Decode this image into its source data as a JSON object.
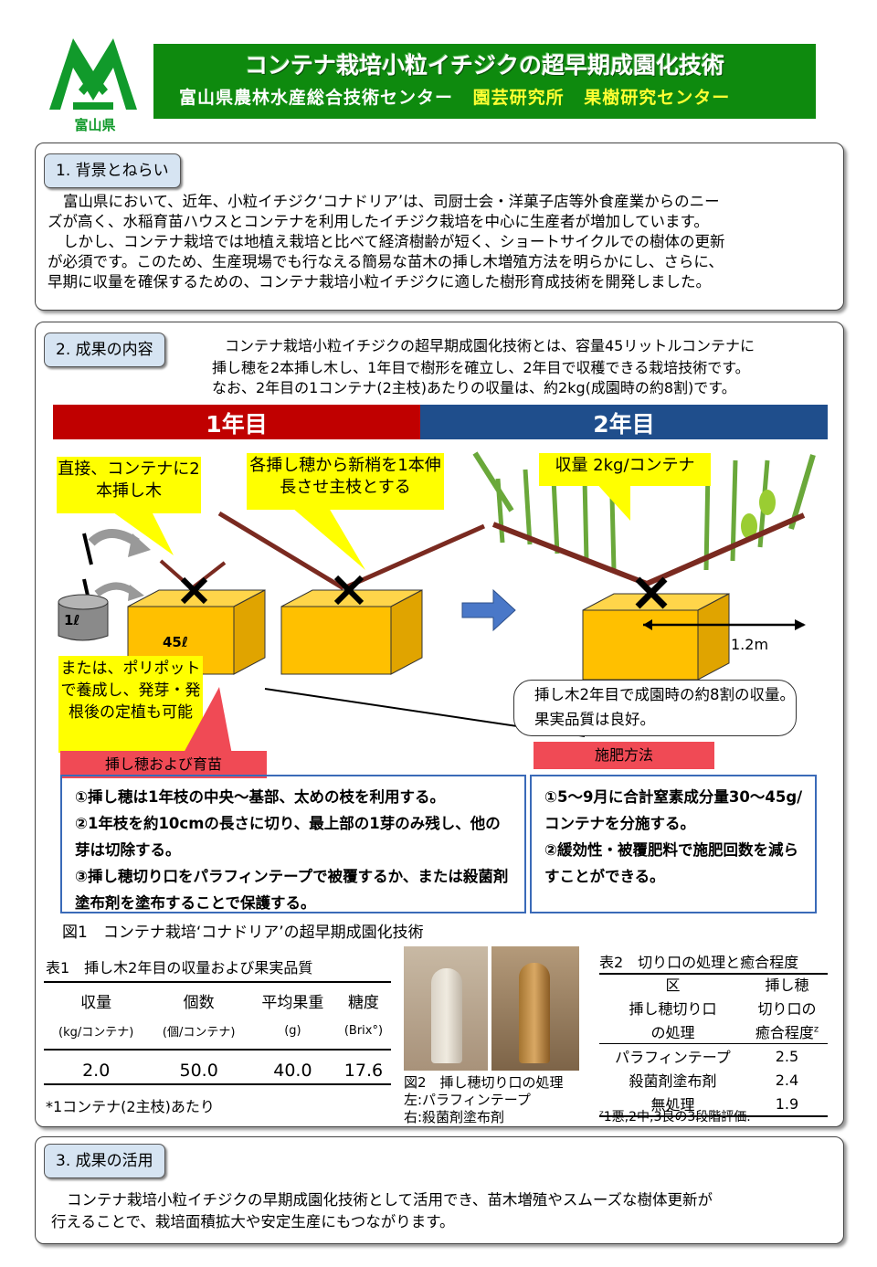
{
  "header": {
    "logo_label": "富山県",
    "title": "コンテナ栽培小粒イチジクの超早期成園化技術",
    "org_main": "富山県農林水産総合技術センター",
    "org_sub1": "園芸研究所",
    "org_sub2": "果樹研究センター"
  },
  "section1": {
    "tab": "1. 背景とねらい",
    "lines": [
      "富山県において、近年、小粒イチジク‘コナドリア’は、司厨士会・洋菓子店等外食産業からのニー",
      "ズが高く、水稲育苗ハウスとコンテナを利用したイチジク栽培を中心に生産者が増加しています。",
      "しかし、コンテナ栽培では地植え栽培と比べて経済樹齢が短く、ショートサイクルでの樹体の更新",
      "が必須です。このため、生産現場でも行なえる簡易な苗木の挿し木増殖方法を明らかにし、さらに、",
      "早期に収量を確保するための、コンテナ栽培小粒イチジクに適した樹形育成技術を開発しました。"
    ]
  },
  "section2": {
    "tab": "2. 成果の内容",
    "intro": [
      "コンテナ栽培小粒イチジクの超早期成園化技術とは、容量45リットルコンテナに",
      "挿し穂を2本挿し木し、1年目で樹形を確立し、2年目で収穫できる栽培技術です。",
      "なお、2年目の1コンテナ(2主枝)あたりの収量は、約2kg(成園時の約8割)です。"
    ],
    "year1": "1年目",
    "year2": "2年目",
    "callout_direct": "直接、コンテナに2本挿し木",
    "callout_shoot": "各挿し穂から新梢を1本伸長させ主枝とする",
    "callout_yield": "収量 2kg/コンテナ",
    "callout_pot": "または、ポリポットで養成し、発芽・発根後の定植も可能",
    "pot_label": "1ℓ",
    "container_label": "45ℓ",
    "width_label": "1.2m",
    "note_bubble": "挿し木2年目で成園時の約8割の収量。果実品質は良好。",
    "tab_cutting": "挿し穂および育苗",
    "tab_fert": "施肥方法",
    "cutting_items": [
      "①挿し穂は1年枝の中央～基部、太めの枝を利用する。",
      "②1年枝を約10cmの長さに切り、最上部の1芽のみ残し、他の芽は切除する。",
      "③挿し穂切り口をパラフィンテープで被覆するか、または殺菌剤塗布剤を塗布することで保護する。"
    ],
    "fert_items": [
      "①5～9月に合計窒素成分量30～45g/コンテナを分施する。",
      "②緩効性・被覆肥料で施肥回数を減らすことができる。"
    ],
    "fig1_caption": "図1　コンテナ栽培‘コナドリア’の超早期成園化技術"
  },
  "table1": {
    "title": "表1　挿し木2年目の収量および果実品質",
    "headers": [
      "収量",
      "個数",
      "平均果重",
      "糖度"
    ],
    "units": [
      "(kg/コンテナ)",
      "(個/コンテナ)",
      "(g)",
      "(Brix°)"
    ],
    "values": [
      "2.0",
      "50.0",
      "40.0",
      "17.6"
    ],
    "note": "*1コンテナ(2主枝)あたり"
  },
  "fig2": {
    "caption": [
      "図2　挿し穂切り口の処理",
      "左:パラフィンテープ",
      "右:殺菌剤塗布剤"
    ]
  },
  "table2": {
    "title": "表2　切り口の処理と癒合程度",
    "h1": [
      "区",
      "挿し穂"
    ],
    "h2": [
      "挿し穂切り口",
      "切り口の"
    ],
    "h3": [
      "の処理",
      "癒合程度"
    ],
    "sup": "z",
    "rows": [
      {
        "name": "パラフィンテープ",
        "value": "2.5"
      },
      {
        "name": "殺菌剤塗布剤",
        "value": "2.4"
      },
      {
        "name": "無処理",
        "value": "1.9"
      }
    ],
    "note": "1悪,2中,3良の3段階評価."
  },
  "section3": {
    "tab": "3. 成果の活用",
    "lines": [
      "コンテナ栽培小粒イチジクの早期成園化技術として活用でき、苗木増殖やスムーズな樹体更新が",
      "行えることで、栽培面積拡大や安定生産にもつながります。"
    ]
  },
  "colors": {
    "header_green": "#0e8a0e",
    "year1_red": "#c00000",
    "year2_blue": "#1f4e8c",
    "callout_yellow": "#ffff00",
    "container_orange": "#ffc000",
    "tab_red": "#f04a55"
  }
}
